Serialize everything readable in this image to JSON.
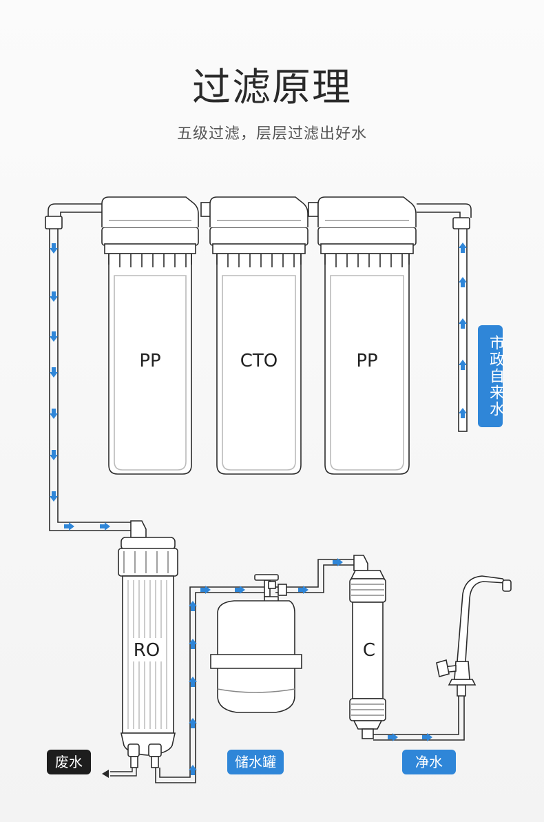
{
  "header": {
    "title": "过滤原理",
    "subtitle": "五级过滤，层层过滤出好水"
  },
  "filters": {
    "stage1_label": "PP",
    "stage2_label": "CTO",
    "stage3_label": "PP",
    "ro_label": "RO",
    "post_label": "C"
  },
  "badges": {
    "tap_water": "市政自来水",
    "waste_water": "废水",
    "storage_tank": "储水罐",
    "pure_water": "净水"
  },
  "colors": {
    "pipe_arrow": "#2f86d8",
    "badge_blue": "#2f86d8",
    "badge_dark": "#1d1d1d",
    "outline": "#2b2b2b"
  }
}
